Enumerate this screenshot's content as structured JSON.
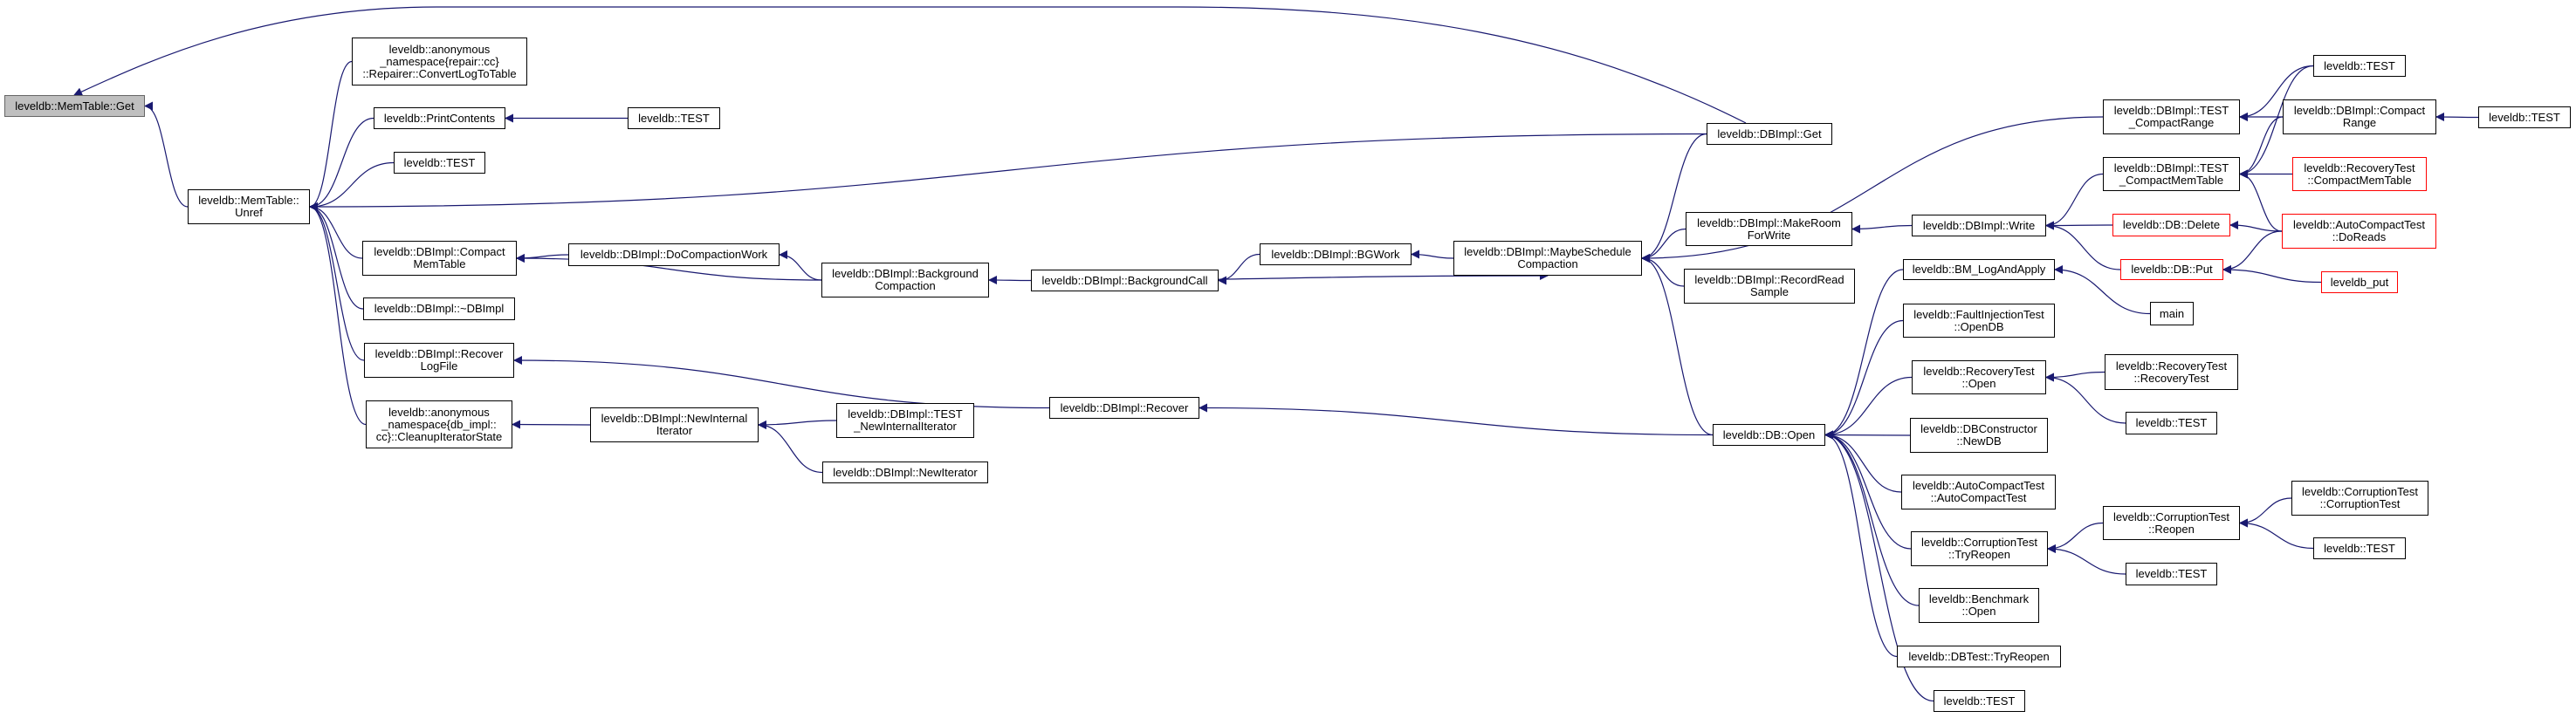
{
  "title": "leveldb::MemTable::Get caller graph",
  "colors": {
    "edge": "#191970",
    "root_fill": "#bfbfbf",
    "truncated_border": "#ff0000"
  },
  "nodes": [
    {
      "id": "get",
      "label": "leveldb::MemTable::Get",
      "root": true
    },
    {
      "id": "unref",
      "label": "leveldb::MemTable::\nUnref"
    },
    {
      "id": "convertlog",
      "label": "leveldb::anonymous\n_namespace{repair::cc}\n::Repairer::ConvertLogToTable"
    },
    {
      "id": "printcontents",
      "label": "leveldb::PrintContents"
    },
    {
      "id": "test_a",
      "label": "leveldb::TEST"
    },
    {
      "id": "test_b",
      "label": "leveldb::TEST"
    },
    {
      "id": "compactmemtable",
      "label": "leveldb::DBImpl::Compact\nMemTable"
    },
    {
      "id": "docompactionwork",
      "label": "leveldb::DBImpl::DoCompactionWork"
    },
    {
      "id": "bgcompaction",
      "label": "leveldb::DBImpl::Background\nCompaction"
    },
    {
      "id": "dtor",
      "label": "leveldb::DBImpl::~DBImpl"
    },
    {
      "id": "recoverlogfile",
      "label": "leveldb::DBImpl::Recover\nLogFile"
    },
    {
      "id": "cleanup",
      "label": "leveldb::anonymous\n_namespace{db_impl::\ncc}::CleanupIteratorState"
    },
    {
      "id": "newinternal",
      "label": "leveldb::DBImpl::NewInternal\nIterator"
    },
    {
      "id": "test_newinternal",
      "label": "leveldb::DBImpl::TEST\n_NewInternalIterator"
    },
    {
      "id": "newiterator",
      "label": "leveldb::DBImpl::NewIterator"
    },
    {
      "id": "bgcall",
      "label": "leveldb::DBImpl::BackgroundCall"
    },
    {
      "id": "bgwork",
      "label": "leveldb::DBImpl::BGWork"
    },
    {
      "id": "maybeschedule",
      "label": "leveldb::DBImpl::MaybeSchedule\nCompaction"
    },
    {
      "id": "recover",
      "label": "leveldb::DBImpl::Recover"
    },
    {
      "id": "dbimplget",
      "label": "leveldb::DBImpl::Get"
    },
    {
      "id": "makeroom",
      "label": "leveldb::DBImpl::MakeRoom\nForWrite"
    },
    {
      "id": "recordread",
      "label": "leveldb::DBImpl::RecordRead\nSample"
    },
    {
      "id": "dbopen",
      "label": "leveldb::DB::Open"
    },
    {
      "id": "test_top",
      "label": "leveldb::TEST"
    },
    {
      "id": "test_compactrange",
      "label": "leveldb::DBImpl::TEST\n_CompactRange"
    },
    {
      "id": "compactrange",
      "label": "leveldb::DBImpl::Compact\nRange"
    },
    {
      "id": "test_far",
      "label": "leveldb::TEST"
    },
    {
      "id": "test_compactmemtable",
      "label": "leveldb::DBImpl::TEST\n_CompactMemTable"
    },
    {
      "id": "recov_compactmem",
      "label": "leveldb::RecoveryTest\n::CompactMemTable",
      "truncated": true
    },
    {
      "id": "write",
      "label": "leveldb::DBImpl::Write"
    },
    {
      "id": "dbdelete",
      "label": "leveldb::DB::Delete",
      "truncated": true
    },
    {
      "id": "doreads",
      "label": "leveldb::AutoCompactTest\n::DoReads",
      "truncated": true
    },
    {
      "id": "dbput",
      "label": "leveldb::DB::Put",
      "truncated": true
    },
    {
      "id": "leveldb_put",
      "label": "leveldb_put",
      "truncated": true
    },
    {
      "id": "bm_log",
      "label": "leveldb::BM_LogAndApply"
    },
    {
      "id": "main",
      "label": "main"
    },
    {
      "id": "faultopen",
      "label": "leveldb::FaultInjectionTest\n::OpenDB"
    },
    {
      "id": "recovopen",
      "label": "leveldb::RecoveryTest\n::Open"
    },
    {
      "id": "recovctor",
      "label": "leveldb::RecoveryTest\n::RecoveryTest"
    },
    {
      "id": "test_recov",
      "label": "leveldb::TEST"
    },
    {
      "id": "dbconstructor",
      "label": "leveldb::DBConstructor\n::NewDB"
    },
    {
      "id": "autocompact",
      "label": "leveldb::AutoCompactTest\n::AutoCompactTest"
    },
    {
      "id": "corrreopen",
      "label": "leveldb::CorruptionTest\n::Reopen"
    },
    {
      "id": "corrctor",
      "label": "leveldb::CorruptionTest\n::CorruptionTest"
    },
    {
      "id": "test_corr",
      "label": "leveldb::TEST"
    },
    {
      "id": "corrtryreopen",
      "label": "leveldb::CorruptionTest\n::TryReopen"
    },
    {
      "id": "test_tryreopen",
      "label": "leveldb::TEST"
    },
    {
      "id": "benchopen",
      "label": "leveldb::Benchmark\n::Open"
    },
    {
      "id": "dbtesttryreopen",
      "label": "leveldb::DBTest::TryReopen"
    },
    {
      "id": "test_bottom",
      "label": "leveldb::TEST"
    }
  ],
  "edges": [
    [
      "unref",
      "get"
    ],
    [
      "dbimplget",
      "get"
    ],
    [
      "convertlog",
      "unref"
    ],
    [
      "printcontents",
      "unref"
    ],
    [
      "test_a",
      "printcontents"
    ],
    [
      "test_b",
      "unref"
    ],
    [
      "dbimplget",
      "unref"
    ],
    [
      "compactmemtable",
      "unref"
    ],
    [
      "dtor",
      "unref"
    ],
    [
      "recoverlogfile",
      "unref"
    ],
    [
      "cleanup",
      "unref"
    ],
    [
      "docompactionwork",
      "compactmemtable"
    ],
    [
      "bgcompaction",
      "compactmemtable"
    ],
    [
      "bgcompaction",
      "docompactionwork"
    ],
    [
      "bgcall",
      "bgcompaction"
    ],
    [
      "bgwork",
      "bgcall"
    ],
    [
      "maybeschedule",
      "bgwork"
    ],
    [
      "bgcall",
      "maybeschedule"
    ],
    [
      "dbimplget",
      "maybeschedule"
    ],
    [
      "test_compactrange",
      "maybeschedule"
    ],
    [
      "makeroom",
      "maybeschedule"
    ],
    [
      "recordread",
      "maybeschedule"
    ],
    [
      "dbopen",
      "maybeschedule"
    ],
    [
      "recover",
      "recoverlogfile"
    ],
    [
      "dbopen",
      "recover"
    ],
    [
      "newinternal",
      "cleanup"
    ],
    [
      "test_newinternal",
      "newinternal"
    ],
    [
      "newiterator",
      "newinternal"
    ],
    [
      "write",
      "makeroom"
    ],
    [
      "test_compactmemtable",
      "write"
    ],
    [
      "dbdelete",
      "write"
    ],
    [
      "dbput",
      "write"
    ],
    [
      "test_top",
      "test_compactrange"
    ],
    [
      "test_top",
      "test_compactmemtable"
    ],
    [
      "compactrange",
      "test_compactrange"
    ],
    [
      "compactrange",
      "test_compactmemtable"
    ],
    [
      "test_far",
      "compactrange"
    ],
    [
      "recov_compactmem",
      "test_compactmemtable"
    ],
    [
      "doreads",
      "test_compactmemtable"
    ],
    [
      "doreads",
      "dbdelete"
    ],
    [
      "doreads",
      "dbput"
    ],
    [
      "leveldb_put",
      "dbput"
    ],
    [
      "main",
      "bm_log"
    ],
    [
      "bm_log",
      "dbopen"
    ],
    [
      "faultopen",
      "dbopen"
    ],
    [
      "recovopen",
      "dbopen"
    ],
    [
      "dbconstructor",
      "dbopen"
    ],
    [
      "autocompact",
      "dbopen"
    ],
    [
      "corrtryreopen",
      "dbopen"
    ],
    [
      "benchopen",
      "dbopen"
    ],
    [
      "dbtesttryreopen",
      "dbopen"
    ],
    [
      "test_bottom",
      "dbopen"
    ],
    [
      "recovctor",
      "recovopen"
    ],
    [
      "test_recov",
      "recovopen"
    ],
    [
      "corrreopen",
      "corrtryreopen"
    ],
    [
      "test_tryreopen",
      "corrtryreopen"
    ],
    [
      "corrctor",
      "corrreopen"
    ],
    [
      "test_corr",
      "corrreopen"
    ]
  ]
}
